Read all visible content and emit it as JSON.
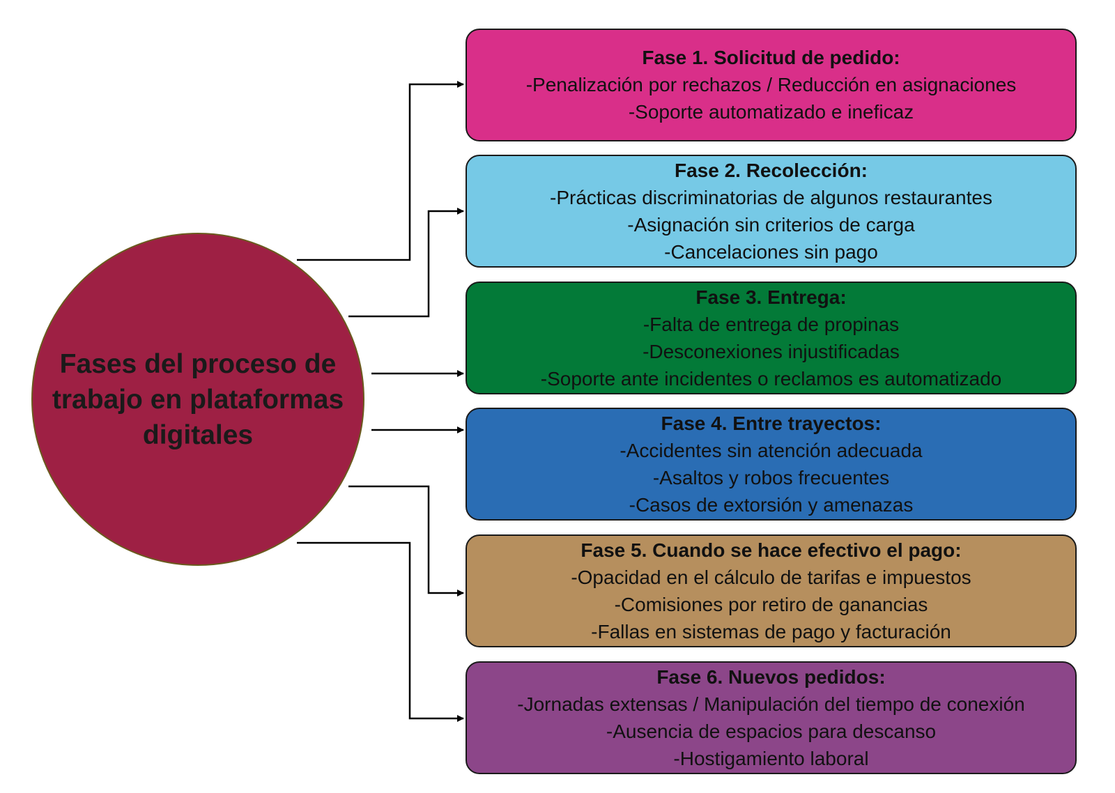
{
  "hub": {
    "title": "Fases del proceso de trabajo en plataformas digitales",
    "color": "#9e2044"
  },
  "phases": [
    {
      "title": "Fase 1. Solicitud de pedido:",
      "color": "#d92f89",
      "items": [
        "-Penalización por rechazos / Reducción en asignaciones",
        "-Soporte automatizado e ineficaz"
      ]
    },
    {
      "title": "Fase 2. Recolección:",
      "color": "#76c9e6",
      "items": [
        "-Prácticas discriminatorias de algunos restaurantes",
        "-Asignación sin criterios de carga",
        "-Cancelaciones sin pago"
      ]
    },
    {
      "title": "Fase 3. Entrega:",
      "color": "#037a38",
      "items": [
        "-Falta de entrega de propinas",
        "-Desconexiones injustificadas",
        "-Soporte ante incidentes o reclamos es automatizado"
      ]
    },
    {
      "title": "Fase 4. Entre trayectos:",
      "color": "#2a6db4",
      "items": [
        "-Accidentes sin atención adecuada",
        "-Asaltos y robos frecuentes",
        "-Casos de extorsión y amenazas"
      ]
    },
    {
      "title": "Fase 5. Cuando se hace efectivo el pago:",
      "color": "#b68f5e",
      "items": [
        "-Opacidad en el cálculo de tarifas e impuestos",
        "-Comisiones por retiro de ganancias",
        "-Fallas en sistemas de pago y facturación"
      ]
    },
    {
      "title": "Fase 6. Nuevos pedidos:",
      "color": "#8c4689",
      "items": [
        "-Jornadas extensas / Manipulación del tiempo de conexión",
        "-Ausencia de espacios para descanso",
        "-Hostigamiento laboral"
      ]
    }
  ]
}
